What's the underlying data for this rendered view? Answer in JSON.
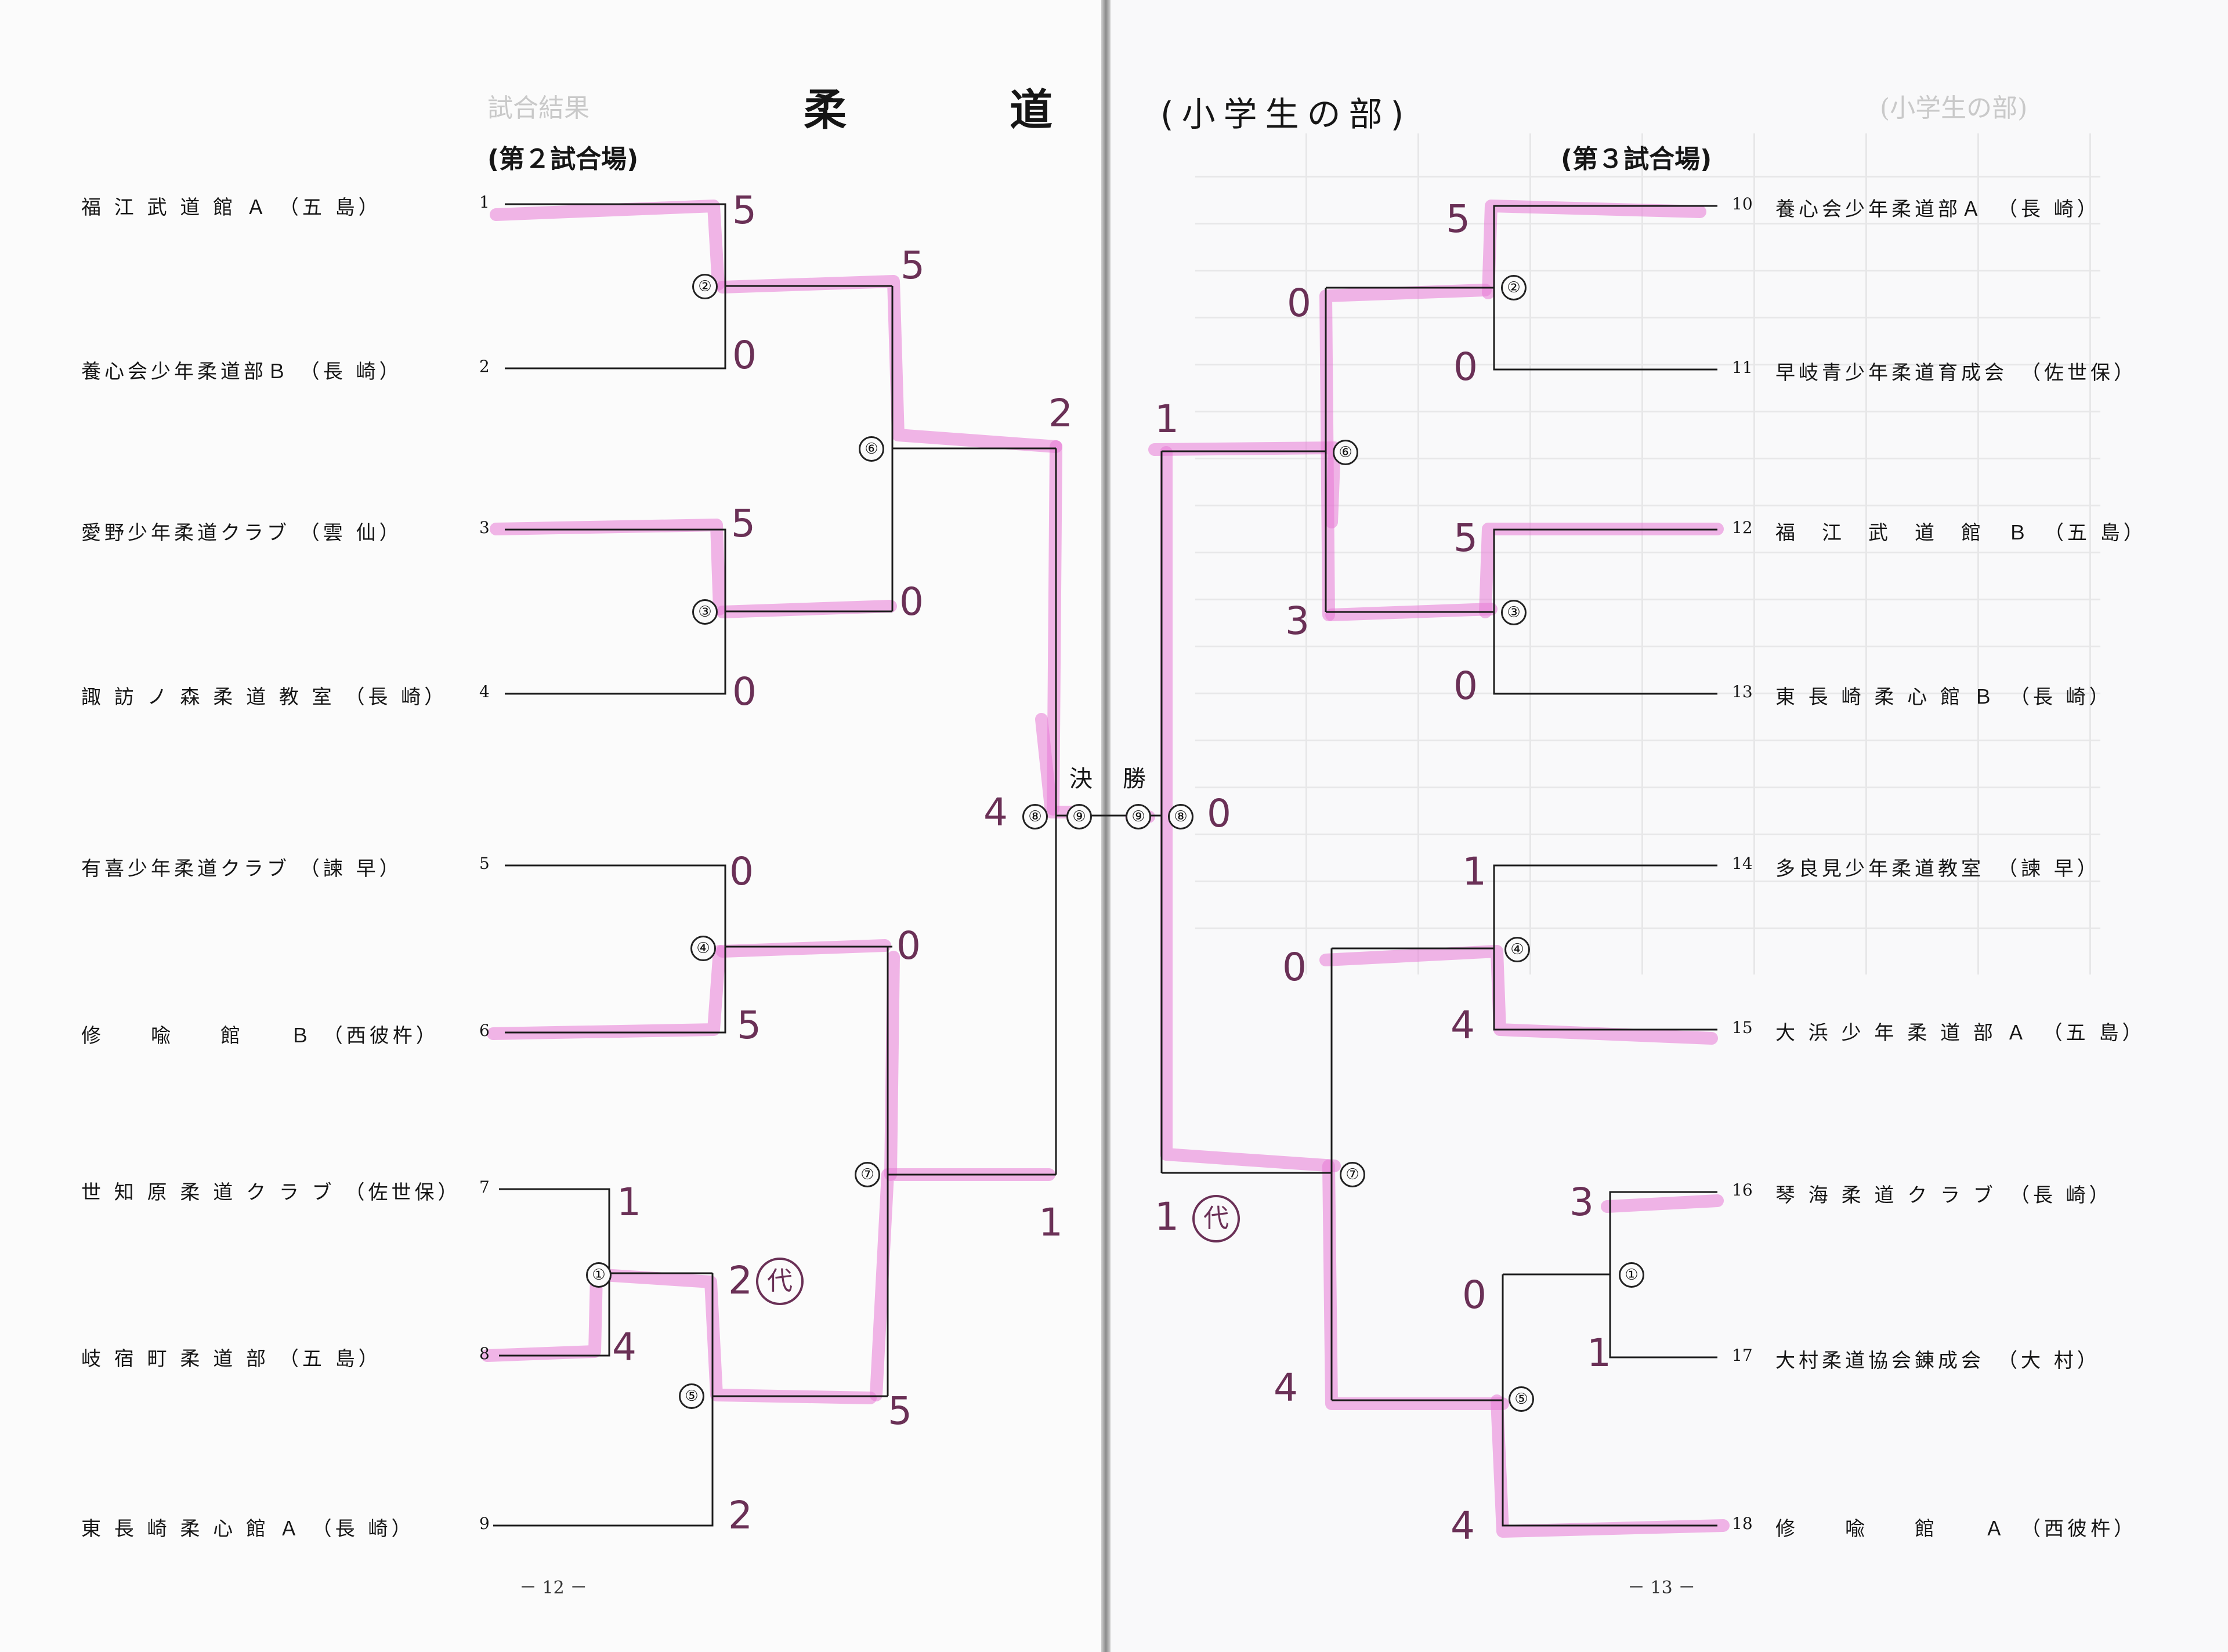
{
  "title": {
    "main_1": "柔",
    "main_2": "道",
    "sub": "(小学生の部)"
  },
  "ghost_header": {
    "left": "試合結果",
    "right": "(小学生の部)"
  },
  "venues": {
    "left": "(第２試合場)",
    "right": "(第３試合場)"
  },
  "final_label": {
    "a": "決",
    "b": "勝"
  },
  "page_numbers": {
    "left": "－ 12 －",
    "right": "－ 13 －"
  },
  "left_entries": [
    {
      "name": "福 江 武 道 館 Ａ （五 島）",
      "seed": "1"
    },
    {
      "name": "養心会少年柔道部Ｂ （長 崎）",
      "seed": "2"
    },
    {
      "name": "愛野少年柔道クラブ （雲 仙）",
      "seed": "3"
    },
    {
      "name": "諏 訪 ノ 森 柔 道 教 室 （長 崎）",
      "seed": "4"
    },
    {
      "name": "有喜少年柔道クラブ （諫 早）",
      "seed": "5"
    },
    {
      "name": "修　　喩　　館　　Ｂ （西彼杵）",
      "seed": "6"
    },
    {
      "name": "世 知 原 柔 道 ク ラ ブ （佐世保）",
      "seed": "7"
    },
    {
      "name": "岐 宿 町 柔 道 部 （五 島）",
      "seed": "8"
    },
    {
      "name": "東 長 崎 柔 心 館 Ａ （長 崎）",
      "seed": "9"
    }
  ],
  "right_entries": [
    {
      "seed": "10",
      "name": "養心会少年柔道部Ａ　（長 崎）"
    },
    {
      "seed": "11",
      "name": "早岐青少年柔道育成会　（佐世保）"
    },
    {
      "seed": "12",
      "name": "福　江　武　道　館　Ｂ　（五 島）"
    },
    {
      "seed": "13",
      "name": "東 長 崎 柔 心 館 Ｂ　（長 崎）"
    },
    {
      "seed": "14",
      "name": "多良見少年柔道教室　（諫 早）"
    },
    {
      "seed": "15",
      "name": "大 浜 少 年 柔 道 部 Ａ　（五 島）"
    },
    {
      "seed": "16",
      "name": "琴 海 柔 道 ク ラ ブ　（長 崎）"
    },
    {
      "seed": "17",
      "name": "大村柔道協会錬成会　（大 村）"
    },
    {
      "seed": "18",
      "name": "修　　喩　　館　　Ａ　（西彼杵）"
    }
  ],
  "match_numbers": {
    "L1": "①",
    "L2": "②",
    "L3": "③",
    "L4": "④",
    "L5": "⑤",
    "L6": "⑥",
    "L7": "⑦",
    "L8": "⑧",
    "L9": "⑨",
    "R1": "①",
    "R2": "②",
    "R3": "③",
    "R4": "④",
    "R5": "⑤",
    "R6": "⑥",
    "R7": "⑦",
    "R8": "⑧",
    "R9": "⑨"
  },
  "scores": {
    "s1": "5",
    "s2": "0",
    "s3": "5",
    "s4": "0",
    "s5": "0",
    "s6": "5",
    "s7": "1",
    "s8": "4",
    "s9": "2",
    "s10": "2",
    "s11": "5",
    "s12": "0",
    "s13": "0",
    "s14": "5",
    "s15": "2",
    "s16": "1",
    "s17": "4",
    "s18": "5",
    "s19": "0",
    "s20": "5",
    "s21": "0",
    "s22": "1",
    "s23": "4",
    "s24": "3",
    "s25": "1",
    "s26": "0",
    "s27": "4",
    "s28": "0",
    "s29": "3",
    "s30": "0",
    "s31": "4",
    "s32": "1",
    "s33": "1",
    "s34": "0"
  },
  "substitute_mark": "代",
  "colors": {
    "ink": "#161616",
    "highlight": "#e87ad6",
    "pen": "#6a3056",
    "paper": "#fbfbfb"
  }
}
